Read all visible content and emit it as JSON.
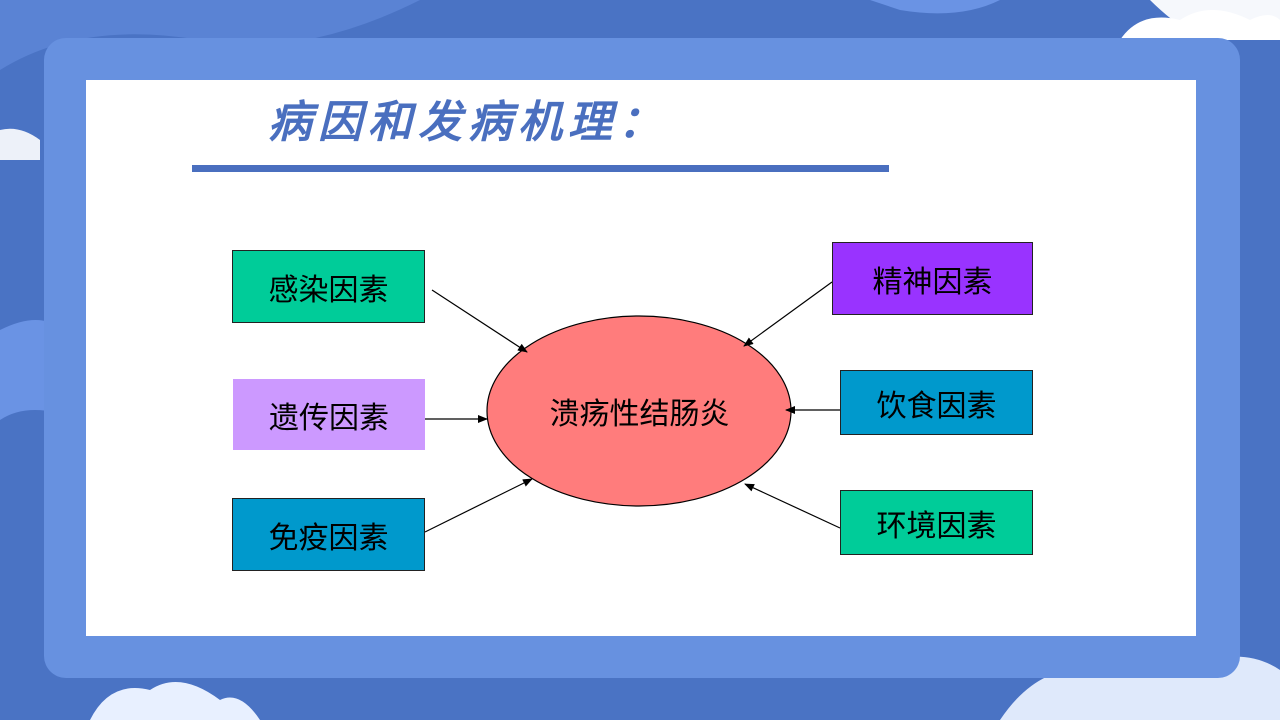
{
  "slide": {
    "title": "病因和发病机理："
  },
  "diagram": {
    "center": {
      "label": "溃疡性结肠炎",
      "color": "#ff7c7c"
    },
    "left_factors": [
      {
        "label": "感染因素",
        "color": "#00cc99"
      },
      {
        "label": "遗传因素",
        "color": "#cc99ff"
      },
      {
        "label": "免疫因素",
        "color": "#0099cc"
      }
    ],
    "right_factors": [
      {
        "label": "精神因素",
        "color": "#9933ff"
      },
      {
        "label": "饮食因素",
        "color": "#0099cc"
      },
      {
        "label": "环境因素",
        "color": "#00cc99"
      }
    ]
  },
  "theme": {
    "background": "#4a73c4",
    "frame": "#6791e0",
    "title_color": "#4a6fbf"
  }
}
